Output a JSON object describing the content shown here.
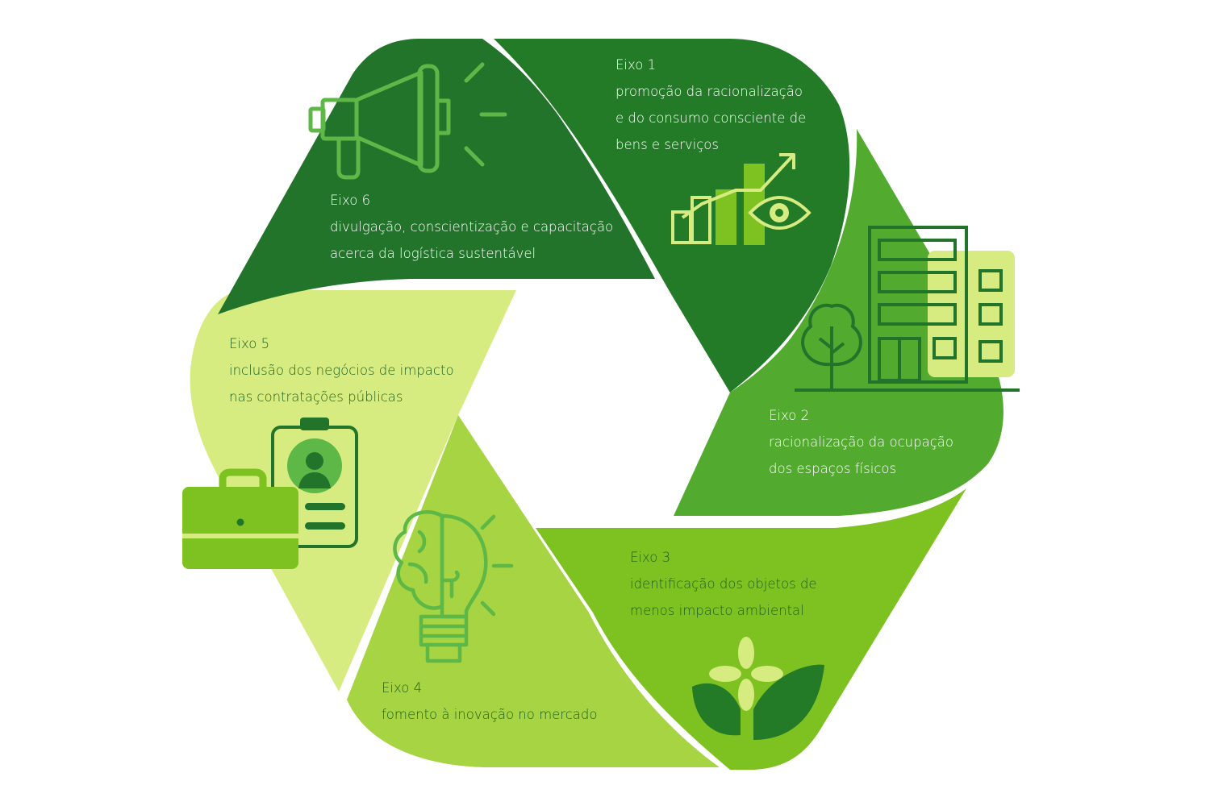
{
  "colors": {
    "eixo1": "#237a27",
    "eixo2": "#52aa2f",
    "eixo3": "#7ec222",
    "eixo4": "#a6d442",
    "eixo5": "#d6ec80",
    "eixo6": "#22742a",
    "icon_light": "#d6ec80",
    "icon_mid": "#7ec222",
    "icon_dark": "#22742a",
    "text_light": "#ffffff",
    "text_dark": "#1f5f1f"
  },
  "eixos": [
    {
      "id": "eixo1",
      "title": "Eixo 1",
      "lines": [
        "promoção da racionalização",
        "e do consumo consciente de",
        "bens e serviços"
      ],
      "icon": "chart-eye-icon"
    },
    {
      "id": "eixo2",
      "title": "Eixo 2",
      "lines": [
        "racionalização da ocupação",
        "dos espaços físicos"
      ],
      "icon": "building-tree-icon"
    },
    {
      "id": "eixo3",
      "title": "Eixo 3",
      "lines": [
        "identificação dos objetos de",
        "menos impacto ambiental"
      ],
      "icon": "plant-icon"
    },
    {
      "id": "eixo4",
      "title": "Eixo 4",
      "lines": [
        "fomento à inovação no mercado"
      ],
      "icon": "brain-lightbulb-icon"
    },
    {
      "id": "eixo5",
      "title": "Eixo 5",
      "lines": [
        "inclusão dos negócios de impacto",
        "nas contratações públicas"
      ],
      "icon": "briefcase-badge-icon"
    },
    {
      "id": "eixo6",
      "title": "Eixo 6",
      "lines": [
        "divulgação, conscientização e capacitação",
        "acerca da logística sustentável"
      ],
      "icon": "megaphone-icon"
    }
  ]
}
